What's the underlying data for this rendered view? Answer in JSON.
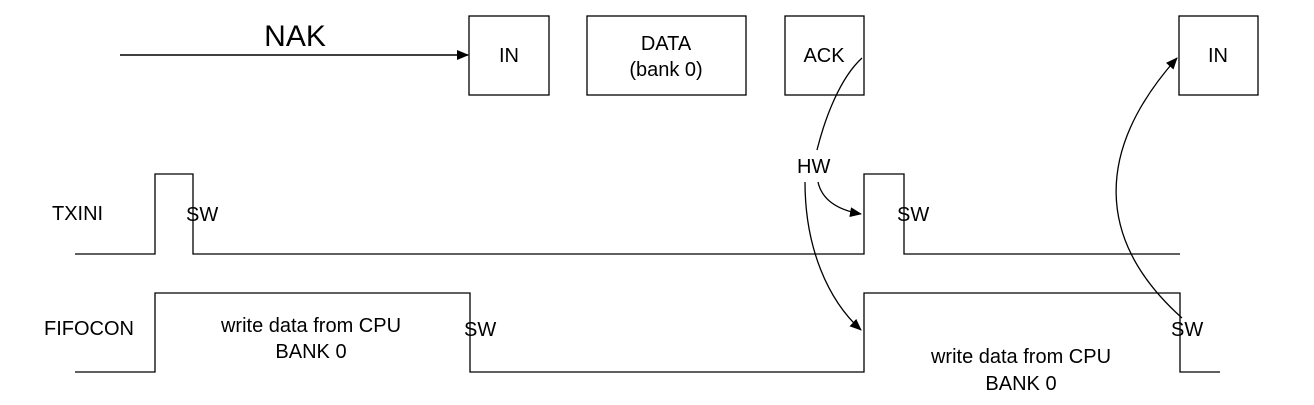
{
  "top_arrow_label": "NAK",
  "packets": {
    "in_1": "IN",
    "data_line1": "DATA",
    "data_line2": "(bank 0)",
    "ack": "ACK",
    "in_2": "IN"
  },
  "signals": {
    "txini": "TXINI",
    "fifocon": "FIFOCON"
  },
  "annotations": {
    "hw": "HW",
    "sw_txini_1": "SW",
    "sw_txini_2": "SW",
    "sw_fifocon_1": "SW",
    "sw_fifocon_2": "SW",
    "fifocon_text1_line1": "write data from CPU",
    "fifocon_text1_line2": "BANK 0",
    "fifocon_text2_line1": "write data from CPU",
    "fifocon_text2_line2": "BANK 0"
  }
}
